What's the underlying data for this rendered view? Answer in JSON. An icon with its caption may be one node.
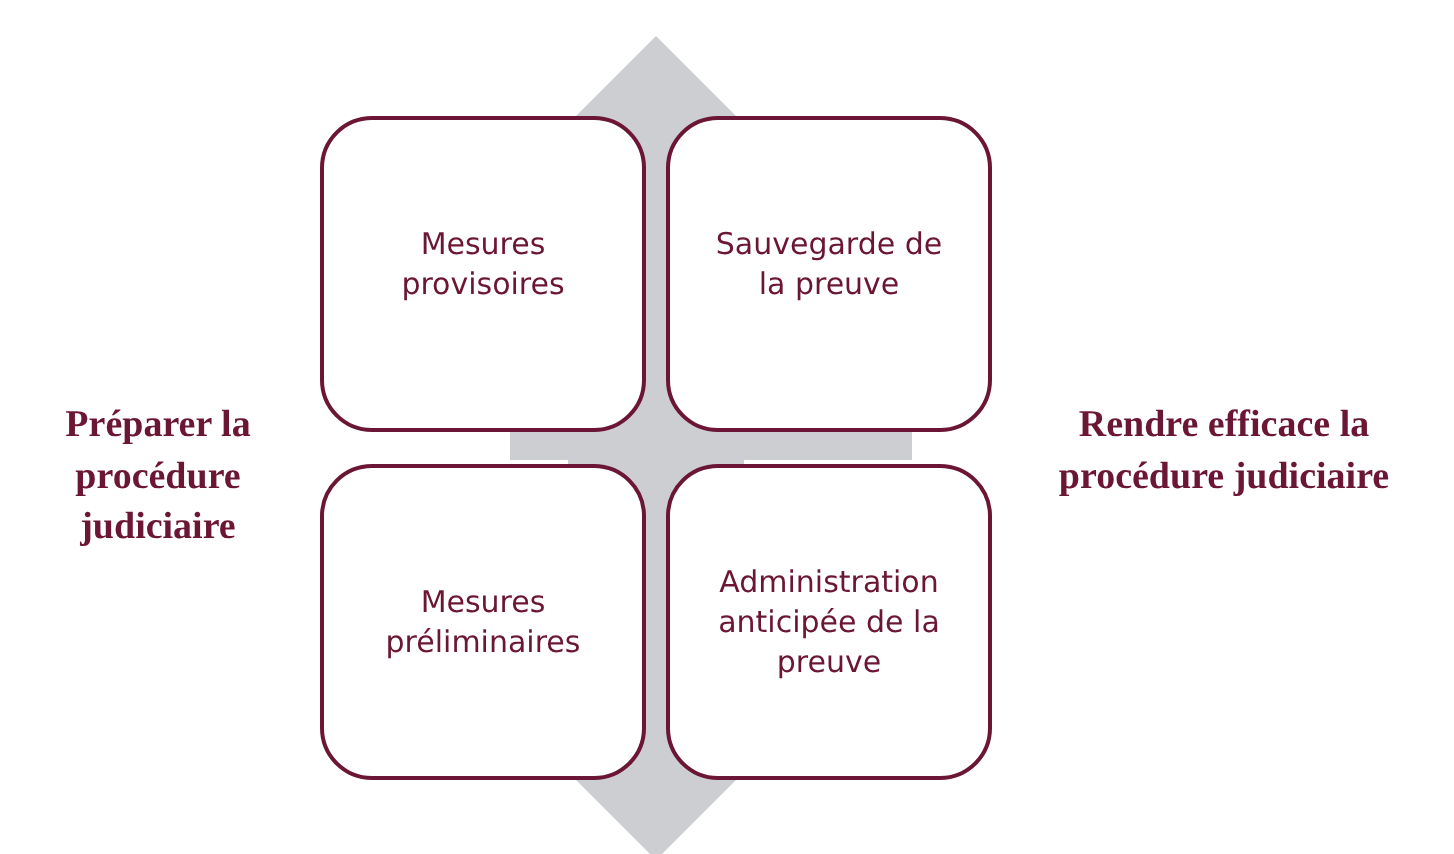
{
  "diagram": {
    "nodes": [
      {
        "text": [
          "Mesures provisoires"
        ]
      },
      {
        "text": [
          "Sauvegarde de la preuve"
        ]
      },
      {
        "text": [
          "Mesures préliminaires"
        ]
      },
      {
        "text": [
          "Administration anticipée de la preuve"
        ]
      }
    ],
    "labels": [
      "Préparer la procédure judiciaire",
      "Rendre efficace la procédure judiciaire"
    ]
  }
}
